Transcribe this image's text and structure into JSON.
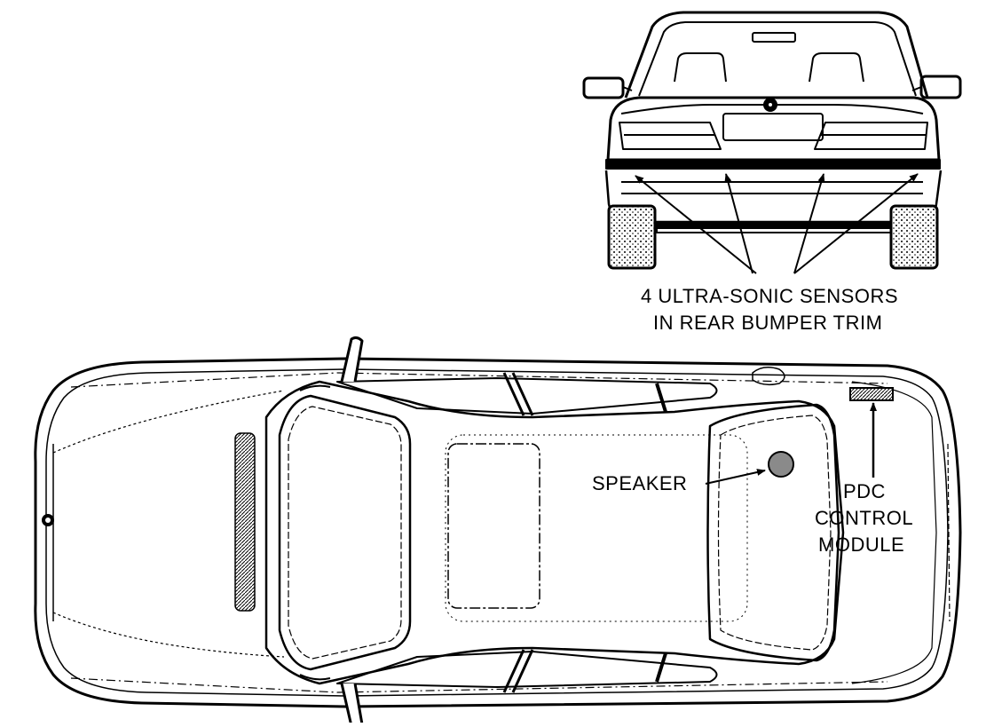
{
  "labels": {
    "sensors_line1": "4 ULTRA-SONIC SENSORS",
    "sensors_line2": "IN REAR BUMPER TRIM",
    "speaker": "SPEAKER",
    "pdc_line1": "PDC",
    "pdc_line2": "CONTROL",
    "pdc_line3": "MODULE"
  },
  "colors": {
    "ink": "#000000",
    "background": "#ffffff",
    "speaker_fill": "#8a8a8a",
    "module_fill": "#9a9a9a"
  }
}
